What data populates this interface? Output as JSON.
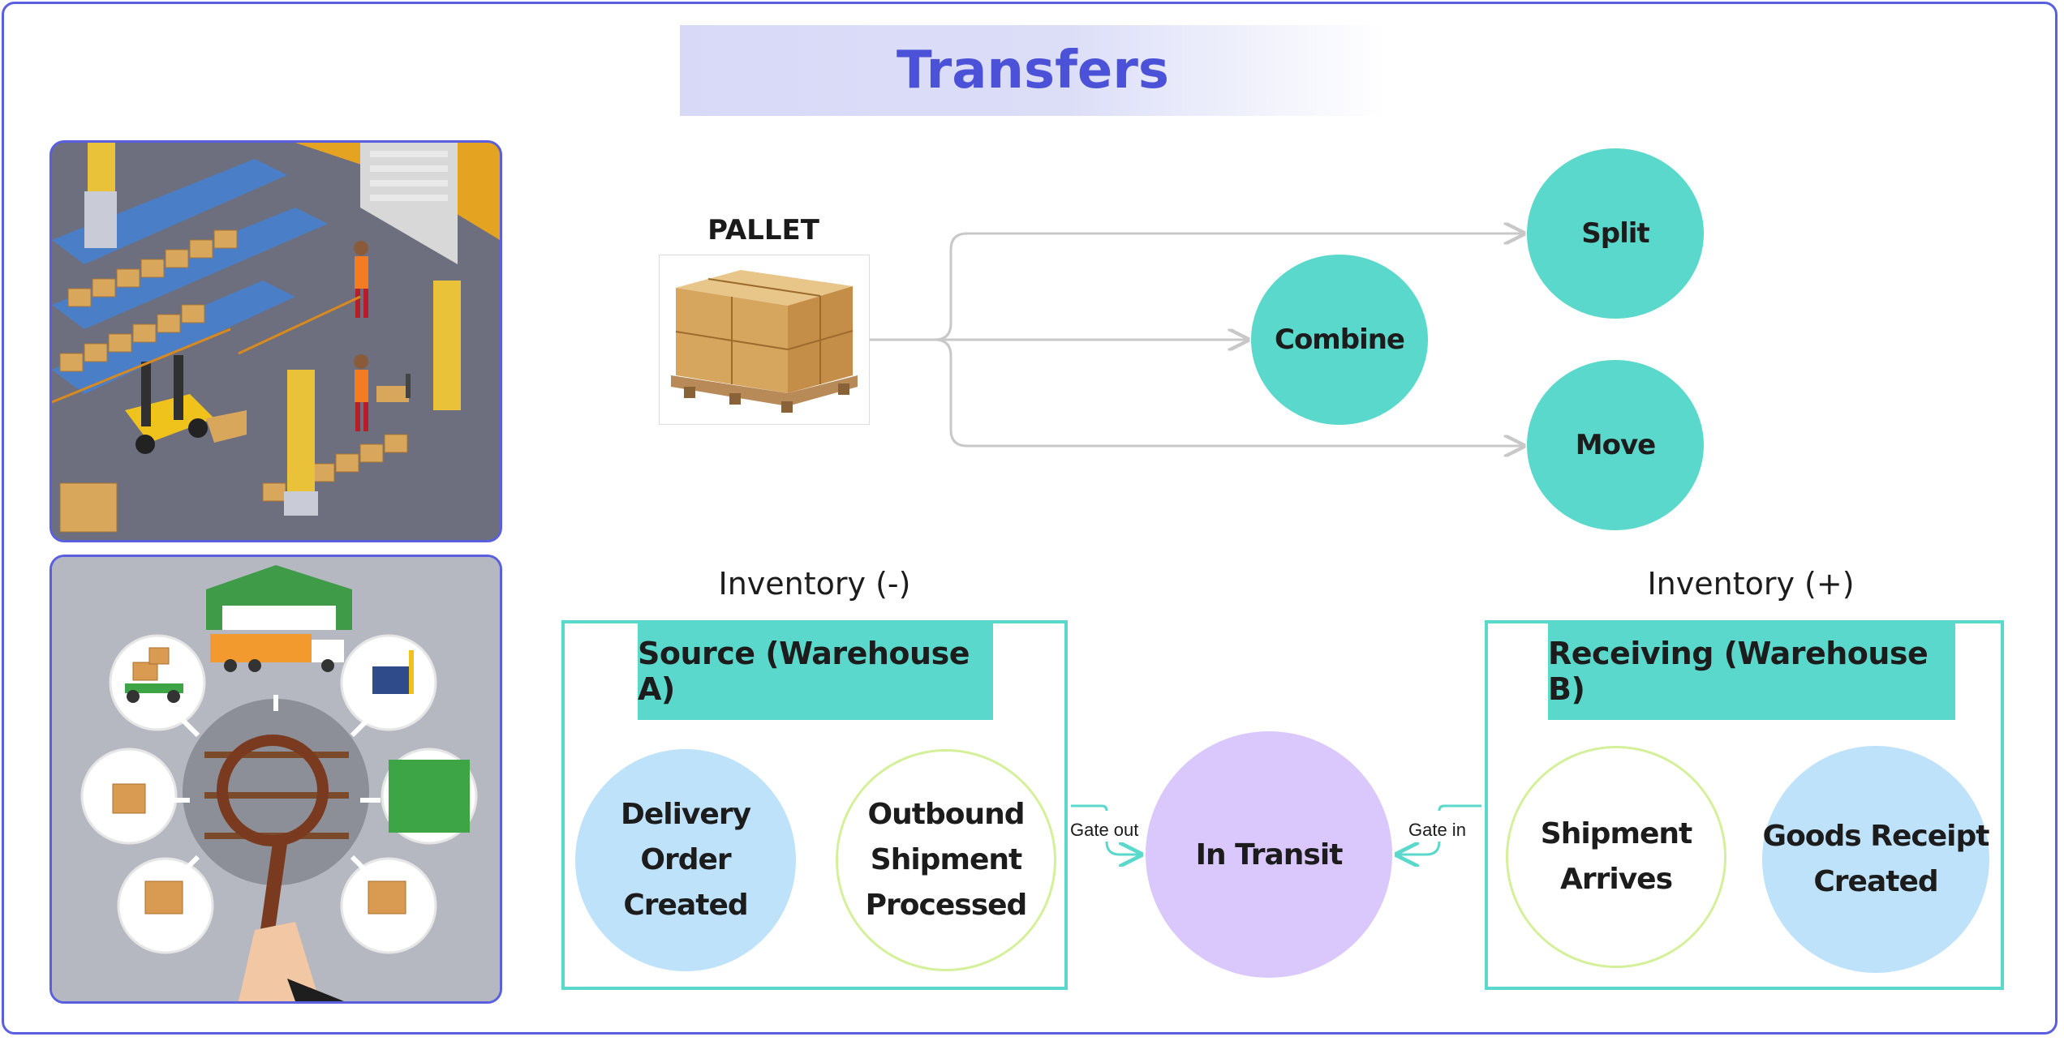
{
  "title": "Transfers",
  "pallet": {
    "label": "PALLET"
  },
  "operations": {
    "split": "Split",
    "combine": "Combine",
    "move": "Move"
  },
  "inventory": {
    "minus_label": "Inventory (-)",
    "plus_label": "Inventory (+)"
  },
  "source": {
    "header": "Source (Warehouse A)",
    "steps": [
      "Delivery Order Created",
      "Outbound Shipment Processed"
    ]
  },
  "transit": {
    "label": "In Transit",
    "gate_out": "Gate out",
    "gate_in": "Gate in"
  },
  "receiving": {
    "header": "Receiving (Warehouse B)",
    "steps": [
      "Shipment Arrives",
      "Goods Receipt Created"
    ]
  },
  "colors": {
    "accent": "#4b52d8",
    "frame": "#5a5fe0",
    "teal": "#5ad8cb",
    "light_blue": "#bfe2fb",
    "lavender": "#dac8fc",
    "lime_outline": "#d5f09a",
    "connector_gray": "#c8c8c8"
  }
}
